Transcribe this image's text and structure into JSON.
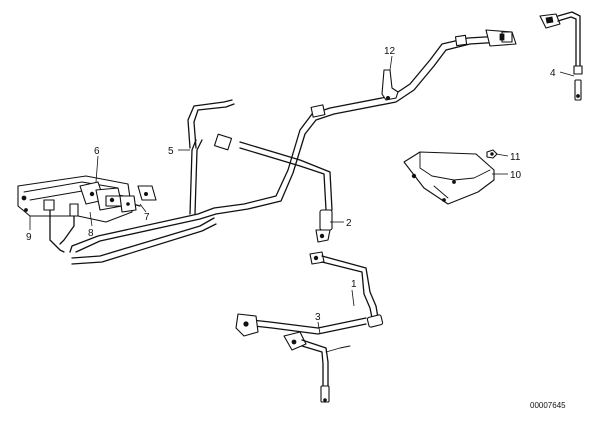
{
  "diagram": {
    "callouts": [
      {
        "id": "c1",
        "label": "1"
      },
      {
        "id": "c2",
        "label": "2"
      },
      {
        "id": "c3",
        "label": "3"
      },
      {
        "id": "c4",
        "label": "4"
      },
      {
        "id": "c5",
        "label": "5"
      },
      {
        "id": "c6",
        "label": "6"
      },
      {
        "id": "c7",
        "label": "7"
      },
      {
        "id": "c8",
        "label": "8"
      },
      {
        "id": "c9",
        "label": "9"
      },
      {
        "id": "c10",
        "label": "10"
      },
      {
        "id": "c11",
        "label": "11"
      },
      {
        "id": "c12",
        "label": "12"
      }
    ],
    "image_id": "00007645"
  }
}
